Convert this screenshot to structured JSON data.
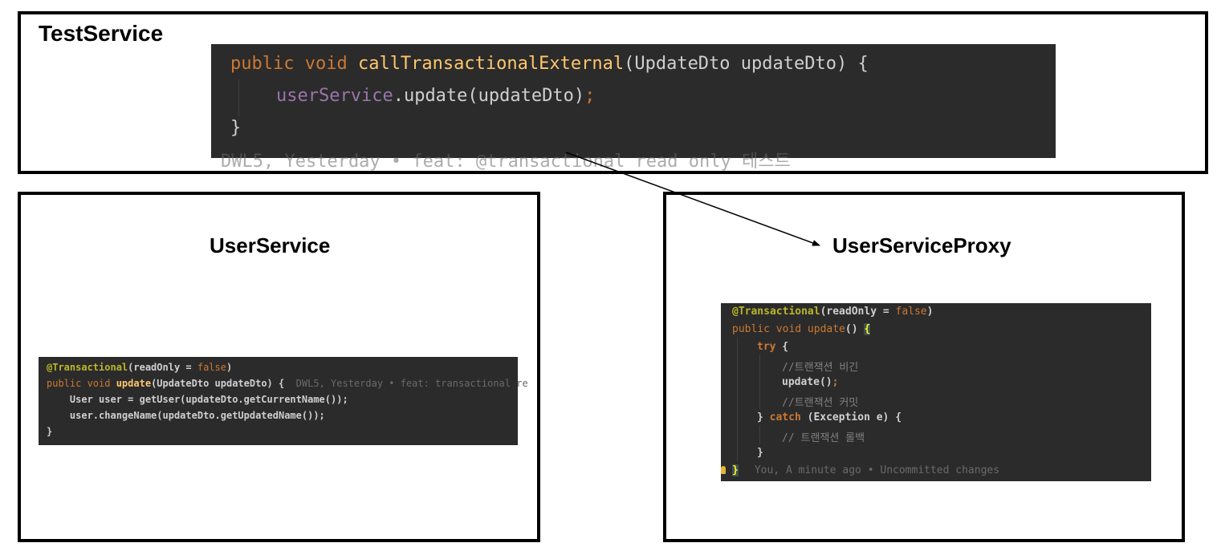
{
  "test_service": {
    "title": "TestService",
    "code": {
      "l1_kw": "public void ",
      "l1_fn": "callTransactionalExternal",
      "l1_rest": "(UpdateDto updateDto) {",
      "l2_field": "userService",
      "l2_rest": ".update(updateDto)",
      "l2_semi": ";",
      "l3": "}",
      "blame": "DWL5, Yesterday • feat: @transactional read only 테스트"
    }
  },
  "user_service": {
    "title": "UserService",
    "code": {
      "l1_ann": "@Transactional",
      "l1_a": "(readOnly = ",
      "l1_kw": "false",
      "l1_b": ")",
      "l2_kw": "public void ",
      "l2_fn": "update",
      "l2_rest": "(UpdateDto updateDto) {",
      "l2_blame": "  DWL5, Yesterday • feat: transactional re",
      "l3": "    User user = getUser(updateDto.getCurrentName());",
      "l4": "    user.changeName(updateDto.getUpdatedName());",
      "l5": "}"
    }
  },
  "proxy": {
    "title": "UserServiceProxy",
    "code": {
      "l1_ann": "@Transactional",
      "l1_a": "(readOnly = ",
      "l1_kw": "false",
      "l1_b": ")",
      "l2_kw": "public void ",
      "l2_fn": "update",
      "l2_rest": "() ",
      "l2_brace": "{",
      "l3_kw": "try",
      "l3_rest": " {",
      "l4": "//트랜잭션 비긴",
      "l5": "update()",
      "l5_semi": ";",
      "l6": "//트랜잭션 커밋",
      "l7_a": "} ",
      "l7_kw": "catch",
      "l7_rest": " (Exception e) {",
      "l8": "// 트랜잭션 롤백",
      "l9": "}",
      "l10_brace": "}",
      "l10_blame": "You, A minute ago • Uncommitted changes"
    }
  }
}
